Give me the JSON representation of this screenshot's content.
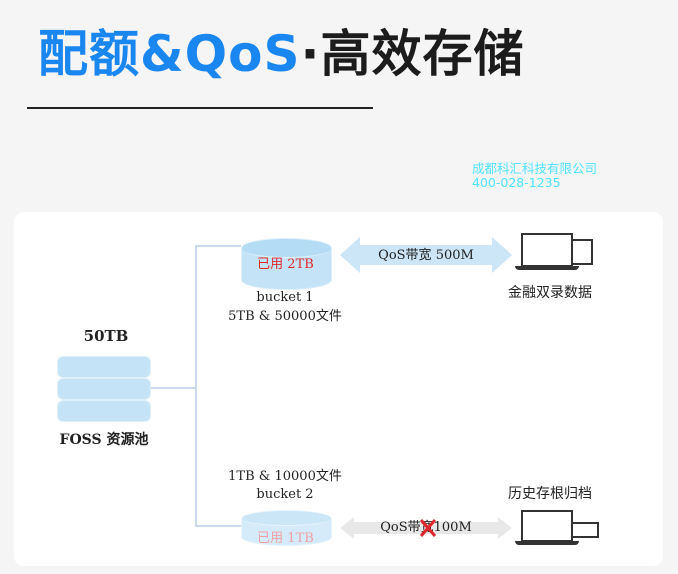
{
  "header": {
    "title_blue": "配额&QoS",
    "separator": "·",
    "title_dark": "高效存储"
  },
  "watermark": {
    "company": "成都科汇科技有限公司",
    "phone": "400-028-1235"
  },
  "pool": {
    "capacity": "50TB",
    "name": "FOSS 资源池"
  },
  "bucket1": {
    "used": "已用 2TB",
    "name": "bucket 1",
    "quota": "5TB & 50000文件",
    "qos": "QoS带宽 500M",
    "client": "金融双录数据"
  },
  "bucket2": {
    "used": "已用 1TB",
    "name": "bucket 2",
    "quota": "1TB & 10000文件",
    "qos_prefix": "QoS带",
    "qos_crossed": "宽",
    "qos_suffix": "100M",
    "client": "历史存根归档"
  },
  "colors": {
    "accent": "#1a86f0",
    "used": "#e0282c",
    "watermark": "#4fe3ff"
  }
}
